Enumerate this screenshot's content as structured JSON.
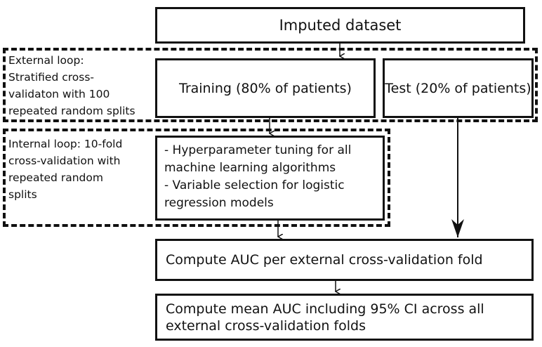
{
  "imputed": "Imputed dataset",
  "external_loop": "External loop:\nStratified cross-\nvalidaton with 100\nrepeated random splits",
  "training": "Training (80% of patients)",
  "test": "Test (20% of patients)",
  "internal_loop": "Internal loop: 10-fold\ncross-validation with\nrepeated random\nsplits",
  "tuning": "- Hyperparameter tuning for all\nmachine learning algorithms\n- Variable selection for logistic\nregression models",
  "compute_fold": "Compute AUC per external cross-validation fold",
  "compute_mean": "Compute mean AUC including 95% CI across all\nexternal cross-validation folds"
}
